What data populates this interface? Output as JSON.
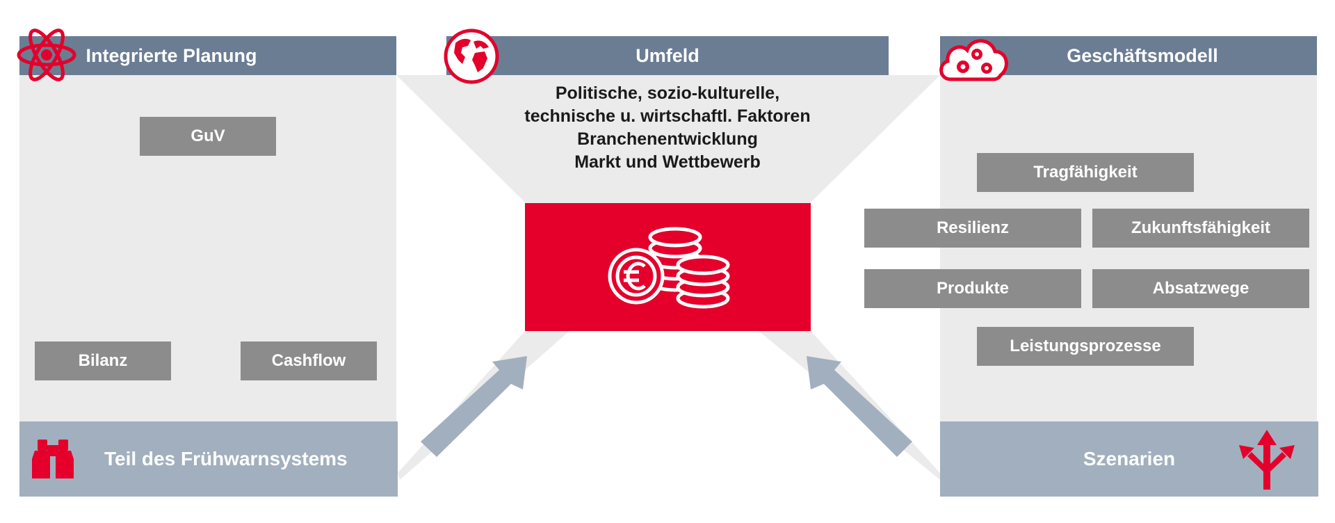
{
  "colors": {
    "accent": "#e4002b",
    "header": "#6b7d93",
    "box": "#8c8c8c",
    "footer": "#a2afbe",
    "panel": "#ebebeb",
    "arrow": "#a2afbe"
  },
  "left": {
    "title": "Integrierte Planung",
    "icon": "atom-icon",
    "boxes": {
      "guv": "GuV",
      "bilanz": "Bilanz",
      "cashflow": "Cashflow"
    },
    "footer": "Teil des Frühwarnsystems",
    "footer_icon": "binoculars-icon"
  },
  "center": {
    "title": "Umfeld",
    "icon": "globe-icon",
    "lines": [
      "Politische, sozio-kulturelle,",
      "technische u. wirtschaftl. Faktoren",
      "Branchenentwicklung",
      "Markt und Wettbewerb"
    ],
    "core_icon": "euro-coins-icon"
  },
  "right": {
    "title": "Geschäftsmodell",
    "icon": "cloud-gears-icon",
    "boxes": {
      "tragfaehigkeit": "Tragfähigkeit",
      "resilienz": "Resilienz",
      "zukunft": "Zukunftsfähigkeit",
      "produkte": "Produkte",
      "absatzwege": "Absatzwege",
      "leistung": "Leistungsprozesse"
    },
    "footer": "Szenarien",
    "footer_icon": "split-arrows-icon"
  }
}
